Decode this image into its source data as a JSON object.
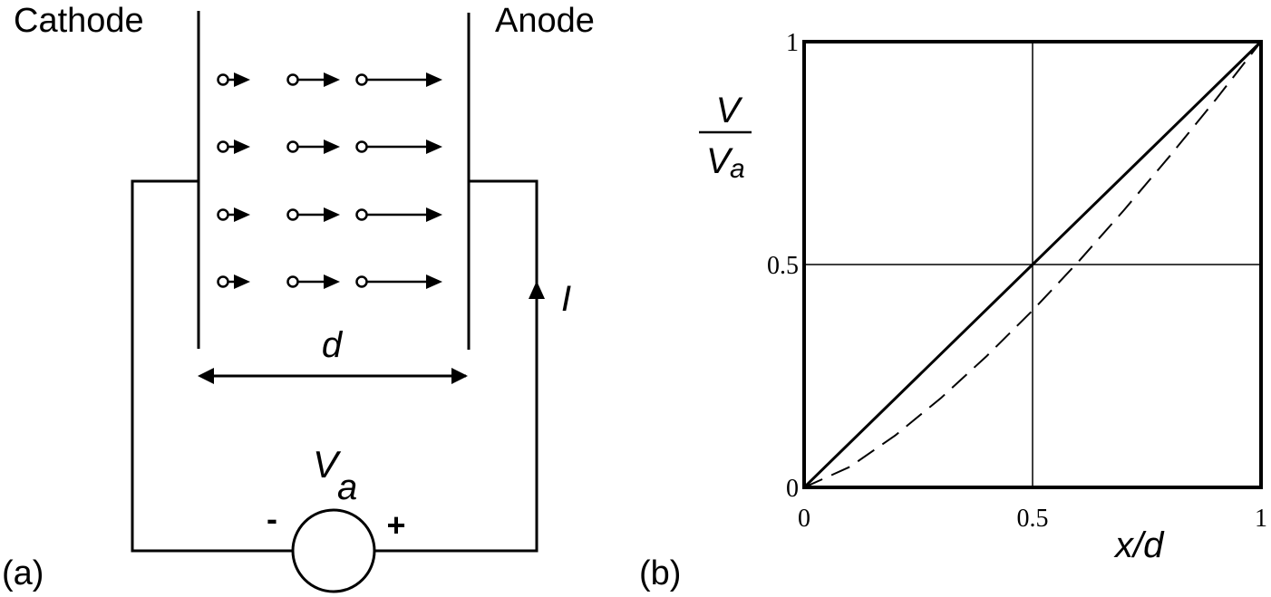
{
  "panel_a": {
    "label": "(a)",
    "cathode_label": "Cathode",
    "anode_label": "Anode",
    "gap_label": "d",
    "current_label": "I",
    "source_label_main": "V",
    "source_label_sub": "a",
    "minus_sign": "-",
    "plus_sign": "+"
  },
  "panel_b": {
    "label": "(b)",
    "y_label_num": "V",
    "y_label_den_main": "V",
    "y_label_den_sub": "a",
    "x_label": "x/d",
    "x_ticks": [
      "0",
      "0.5",
      "1"
    ],
    "y_ticks": [
      "0",
      "0.5",
      "1"
    ]
  },
  "chart_data": {
    "type": "line",
    "xlim": [
      0,
      1
    ],
    "ylim": [
      0,
      1
    ],
    "grid": true,
    "series": [
      {
        "style": "solid",
        "x": [
          0,
          0.25,
          0.5,
          0.75,
          1
        ],
        "y": [
          0,
          0.25,
          0.5,
          0.75,
          1
        ]
      },
      {
        "style": "dashed",
        "x": [
          0,
          0.1,
          0.2,
          0.3,
          0.4,
          0.5,
          0.6,
          0.7,
          0.8,
          0.9,
          1
        ],
        "y": [
          0,
          0.046,
          0.117,
          0.201,
          0.295,
          0.397,
          0.506,
          0.622,
          0.743,
          0.869,
          1
        ]
      }
    ]
  }
}
